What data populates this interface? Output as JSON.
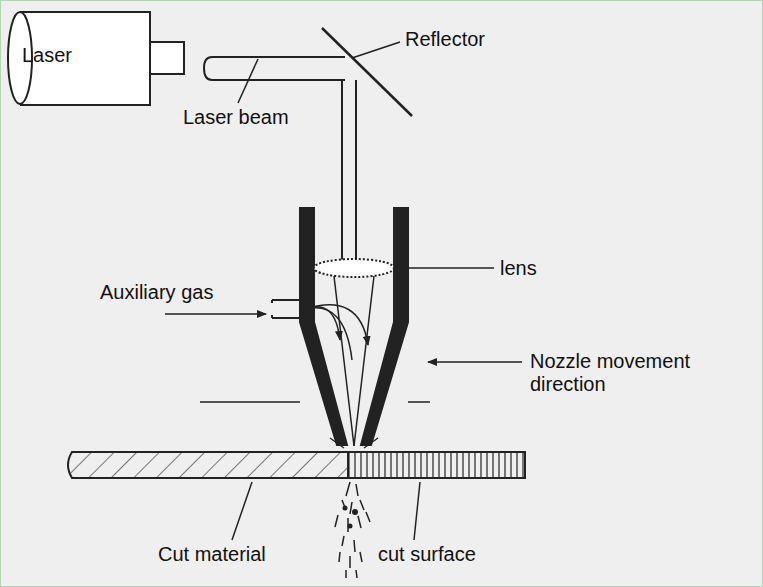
{
  "diagram": {
    "nodes": [
      {
        "text": [
          "Laser"
        ]
      }
    ],
    "labels": [
      "Reflector",
      "Laser beam",
      "lens",
      "Auxiliary gas",
      "Nozzle movement direction",
      "Cut material",
      "cut surface"
    ]
  }
}
